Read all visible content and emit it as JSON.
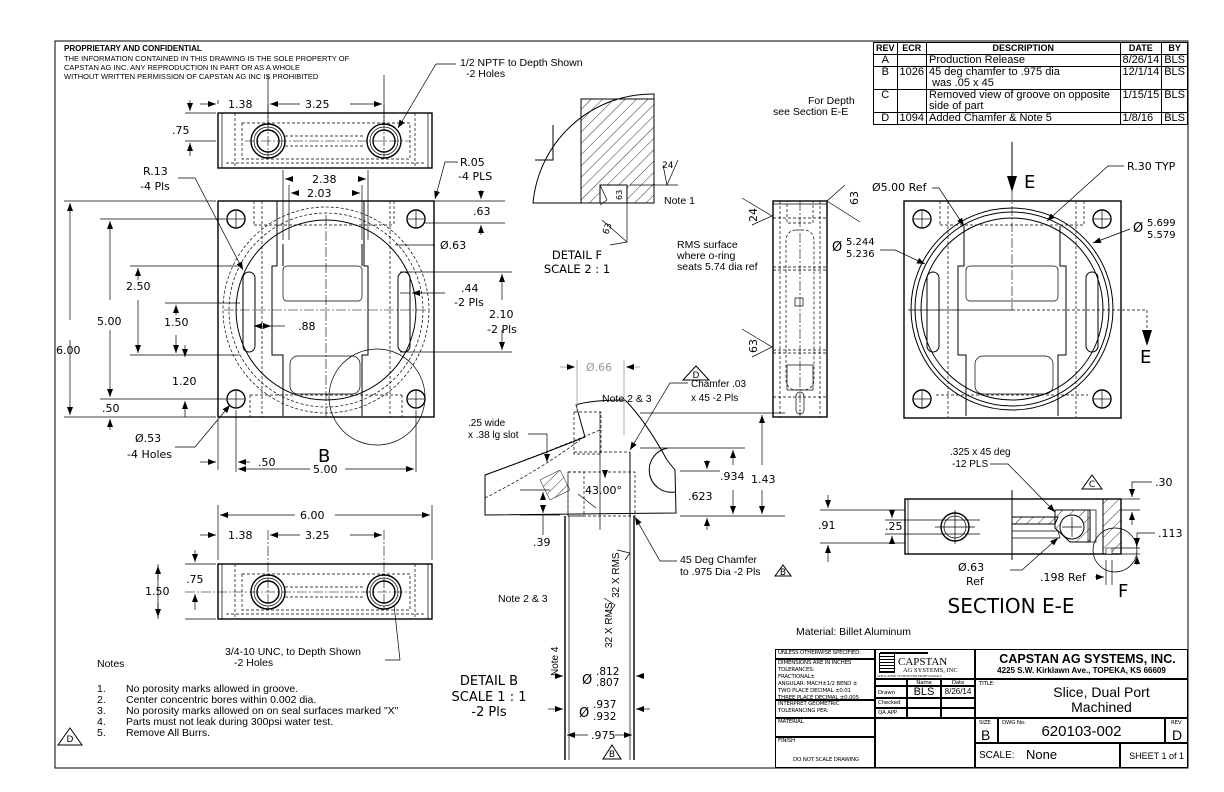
{
  "proprietary": {
    "heading": "PROPRIETARY AND CONFIDENTIAL",
    "lines": [
      "THE INFORMATION CONTAINED IN THIS DRAWING IS THE SOLE PROPERTY OF",
      "CAPSTAN AG INC. ANY REPRODUCTION IN PART OR AS A WHOLE",
      "WITHOUT WRITTEN PERMISSION OF CAPSTAN AG INC IS PROHIBITED"
    ]
  },
  "revision_table": {
    "headers": [
      "REV",
      "ECR",
      "DESCRIPTION",
      "DATE",
      "BY"
    ],
    "rows": [
      {
        "rev": "A",
        "ecr": "",
        "description": "Production Release",
        "description2": "",
        "date": "8/26/14",
        "by": "BLS"
      },
      {
        "rev": "B",
        "ecr": "1026",
        "description": "45 deg chamfer to .975 dia",
        "description2": "was .05 x 45",
        "date": "12/1/14",
        "by": "BLS"
      },
      {
        "rev": "C",
        "ecr": "",
        "description": "Removed view of groove on opposite",
        "description2": "side of part",
        "date": "1/15/15",
        "by": "BLS"
      },
      {
        "rev": "D",
        "ecr": "1094",
        "description": "Added Chamfer & Note 5",
        "description2": "",
        "date": "1/8/16",
        "by": "BLS"
      }
    ]
  },
  "top_view": {
    "dims": {
      "d138": "1.38",
      "d325": "3.25",
      "d075": ".75"
    },
    "callout": [
      "1/2 NPTF to Depth Shown",
      "-2 Holes"
    ]
  },
  "front_view": {
    "dims": {
      "r13": "R.13",
      "r13b": "-4 Pls",
      "r05": "R.05",
      "r05b": "-4 PLS",
      "d238": "2.38",
      "d203": "2.03",
      "d063": ".63",
      "phi063": "Ø.63",
      "d250": "2.50",
      "d500": "5.00",
      "d150": "1.50",
      "d088": ".88",
      "d044": ".44",
      "d044b": "-2 Pls",
      "d210": "2.10",
      "d210b": "-2 Pls",
      "d600": "6.00",
      "d120": "1.20",
      "d050": ".50",
      "phi053": "Ø.53",
      "phi053b": "-4 Holes",
      "h050": ".50",
      "h500": "5.00",
      "label_b": "B"
    }
  },
  "bottom_view": {
    "dims": {
      "d600": "6.00",
      "d138": "1.38",
      "d325": "3.25",
      "d075": ".75",
      "d150": "1.50"
    },
    "callout": [
      "3/4-10 UNC, to Depth Shown",
      "-2 Holes"
    ]
  },
  "detail_f": {
    "title": "DETAIL F",
    "scale": "SCALE 2 : 1",
    "finish_24": "24",
    "finish_63a": "63",
    "finish_63b": "63",
    "note": "Note 1"
  },
  "side_view": {
    "for_depth": [
      "For Depth",
      "see Section E-E"
    ],
    "rms_note": [
      "RMS surface",
      "where o-ring",
      "seats 5.74 dia ref"
    ],
    "finish_24": "24",
    "finish_63a": "63",
    "finish_63b": "63"
  },
  "right_view": {
    "label_e": "E",
    "r30": "R.30 TYP",
    "phi500": "Ø5.00 Ref",
    "phi5244": "5.244",
    "phi5236": "5.236",
    "phi5699": "5.699",
    "phi5579": "5.579",
    "phi": "Ø"
  },
  "detail_b": {
    "title": "DETAIL B",
    "scale": "SCALE 1 : 1",
    "qty": "-2 Pls",
    "phi066": "Ø.66",
    "rev_d": "D",
    "rev_b": "B",
    "chamfer": [
      "Chamfer .03",
      "x 45 -2 Pls"
    ],
    "note23a": "Note 2 & 3",
    "note23b": "Note 2 & 3",
    "slot": [
      ".25 wide",
      "x .38 lg slot"
    ],
    "angle": "43.00°",
    "d934": ".934",
    "d623": ".623",
    "d143": "1.43",
    "d039": ".39",
    "chamfer45": [
      "45 Deg Chamfer",
      "to .975 Dia -2 Pls"
    ],
    "rms1": "32 X RMS",
    "rms2": "32 X RMS",
    "note4": "Note 4",
    "phi812": ".812",
    "phi807": ".807",
    "phi937": ".937",
    "phi932": ".932",
    "d975": ".975",
    "phi": "Ø"
  },
  "section_ee": {
    "title": "SECTION E-E",
    "chamfer": [
      ".325 x 45 deg",
      "-12 PLS"
    ],
    "rev_c": "C",
    "d030": ".30",
    "d113": ".113",
    "d091": ".91",
    "d025": ".25",
    "phi063": "Ø.63",
    "ref": "Ref",
    "d198": ".198 Ref",
    "label_f": "F"
  },
  "material": "Material: Billet Aluminum",
  "notes": {
    "heading": "Notes",
    "rev_flag": "D",
    "items": [
      {
        "num": "1.",
        "text": "No porosity marks allowed in groove."
      },
      {
        "num": "2.",
        "text": "Center concentric bores within 0.002 dia."
      },
      {
        "num": "3.",
        "text": "No porosity marks allowed on on seal surfaces marked \"X\""
      },
      {
        "num": "4.",
        "text": "Parts must not leak during 300psi water test."
      },
      {
        "num": "5.",
        "text": "Remove All Burrs."
      }
    ]
  },
  "title_block": {
    "tolerances": [
      "UNLESS OTHERWISE SPECIFIED:",
      "DIMENSIONS ARE IN INCHES",
      "TOLERANCES:",
      "FRACTIONAL±",
      "ANGULAR: MACH±1/2  BEND ±",
      "TWO PLACE DECIMAL   ±0.01",
      "THREE PLACE DECIMAL  ±0.005",
      "INTERPRET GEOMETRIC",
      "TOLERANCING PER:",
      "MATERIAL",
      "FINISH",
      "DO NOT SCALE DRAWING"
    ],
    "logo": {
      "name": "CAPSTAN",
      "sub": "AG SYSTEMS, INC",
      "tag": "APPLICATION SYSTEMS FOR PROFESSIONALS"
    },
    "approvals": {
      "name_header": "Name",
      "date_header": "Date",
      "rows": [
        {
          "role": "Drawn",
          "name": "BLS",
          "date": "8/26/14"
        },
        {
          "role": "Checked",
          "name": "",
          "date": ""
        },
        {
          "role": "QA APP",
          "name": "",
          "date": ""
        }
      ]
    },
    "company": "CAPSTAN AG SYSTEMS, INC.",
    "address": "4225 S.W. Kirklawn Ave., TOPEKA, KS 66609",
    "title_label": "TITLE:",
    "title_lines": [
      "Slice, Dual Port",
      "Machined"
    ],
    "size_label": "SIZE",
    "size": "B",
    "dwg_label": "DWG No:",
    "dwg_no": "620103-002",
    "rev_label": "REV",
    "rev": "D",
    "scale_label": "SCALE:",
    "scale": "None",
    "sheet": "SHEET 1 of 1"
  }
}
